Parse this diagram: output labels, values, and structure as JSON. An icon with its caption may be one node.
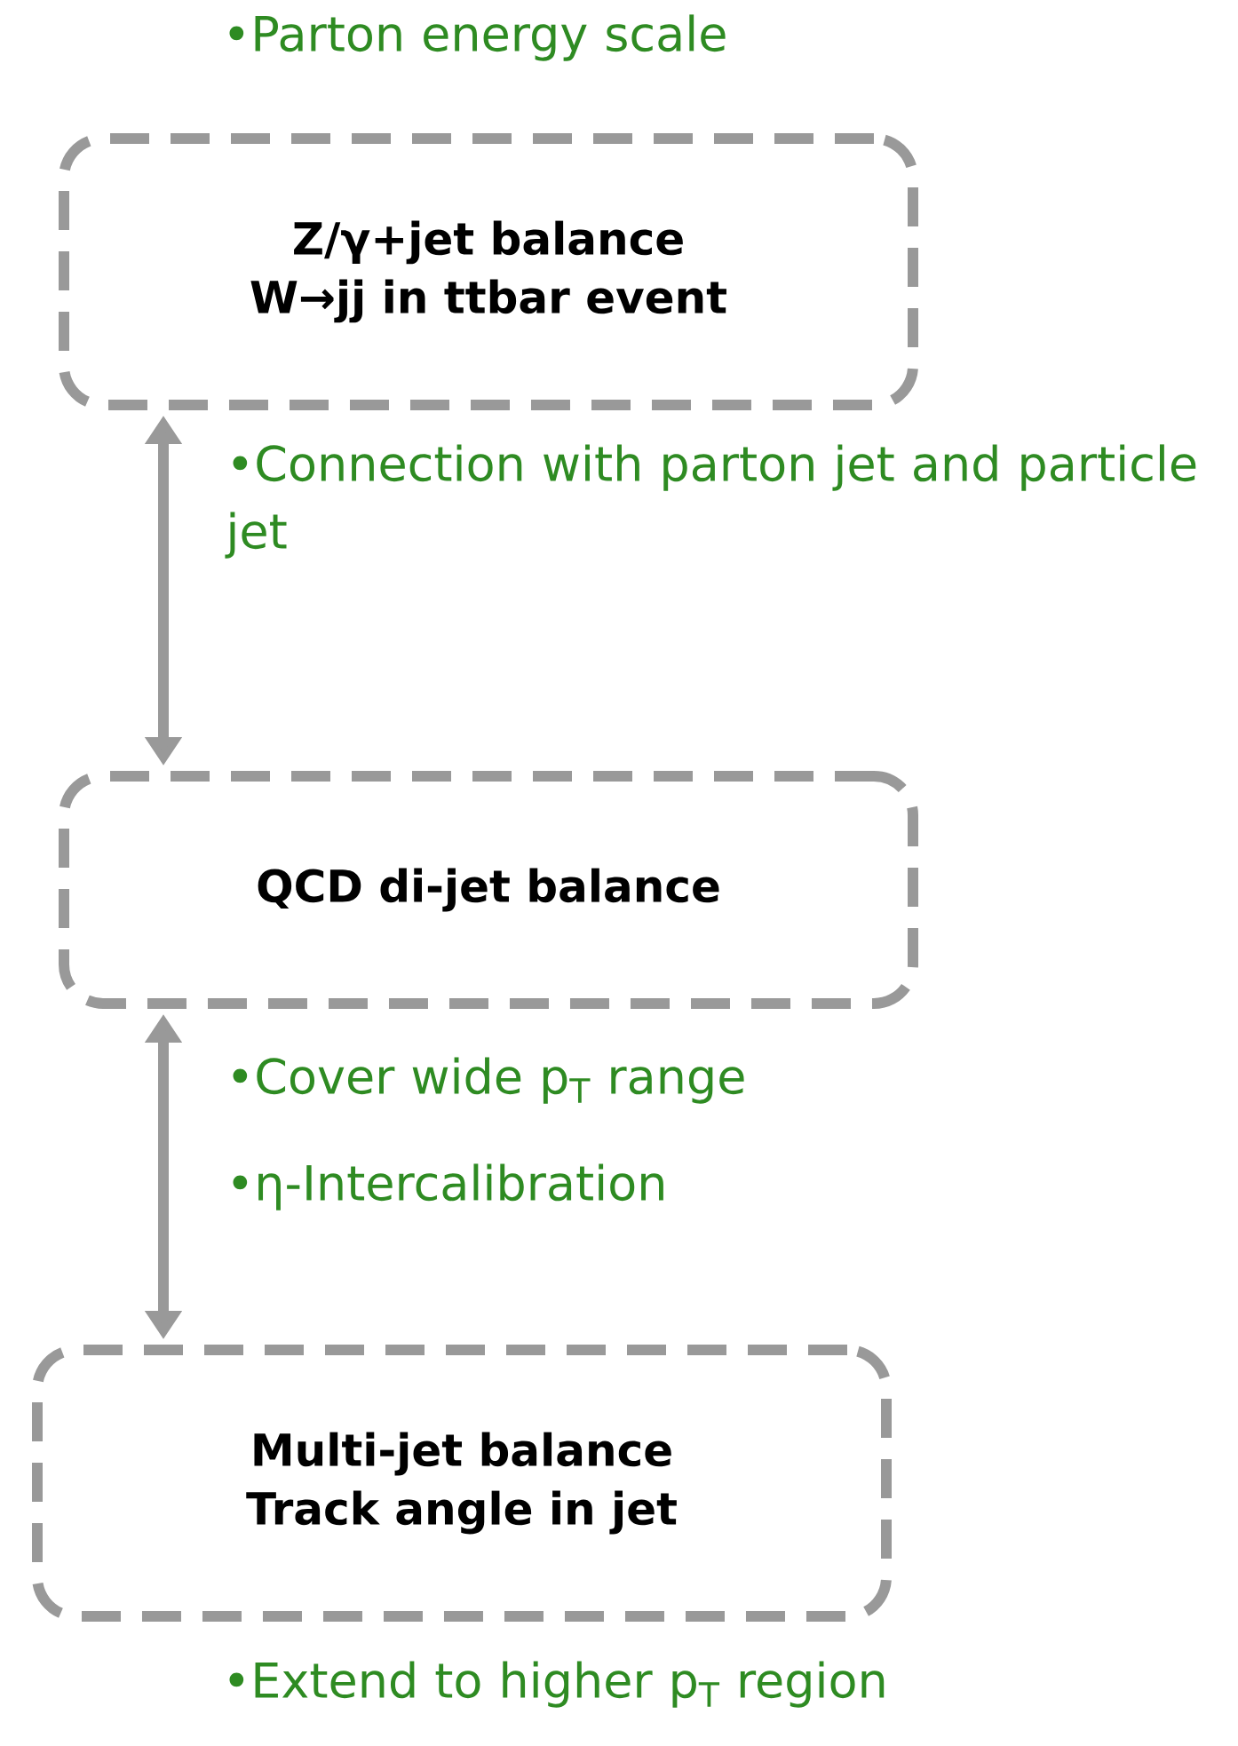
{
  "diagram": {
    "nodes": [
      {
        "text": [
          "Z/γ+jet balance",
          "W→jj in ttbar event"
        ]
      },
      {
        "text": [
          "QCD di-jet balance"
        ]
      },
      {
        "text": [
          "Multi-jet balance",
          "Track angle in jet"
        ]
      }
    ],
    "edges": [
      {
        "from": 0,
        "to": 1,
        "arrow": "both"
      },
      {
        "from": 1,
        "to": 2,
        "arrow": "both"
      }
    ],
    "labels": [
      "•Parton energy scale",
      "•Connection with parton jet and particle jet",
      "•Cover wide p$_{T}$ range",
      "•η-Intercalibration",
      "•Extend to higher p$_{T}$ region"
    ]
  }
}
